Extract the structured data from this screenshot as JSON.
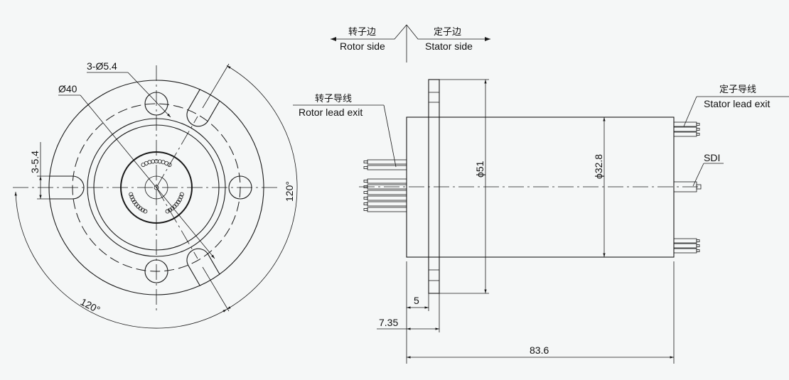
{
  "front_view": {
    "hole_label": "3-Ø5.4",
    "diameter_label": "Ø40",
    "slot_label": "3-5.4",
    "angle_right": "120°",
    "angle_bottom": "120°"
  },
  "side_view": {
    "rotor_side_cn": "转子边",
    "rotor_side_en": "Rotor side",
    "stator_side_cn": "定子边",
    "stator_side_en": "Stator side",
    "rotor_lead_cn": "转子导线",
    "rotor_lead_en": "Rotor lead exit",
    "stator_lead_cn": "定子导线",
    "stator_lead_en": "Stator lead exit",
    "sdi_label": "SDI",
    "flange_diameter": "ϕ51",
    "body_diameter": "ϕ32.8",
    "dim_5": "5",
    "dim_735": "7.35",
    "dim_length": "83.6"
  }
}
